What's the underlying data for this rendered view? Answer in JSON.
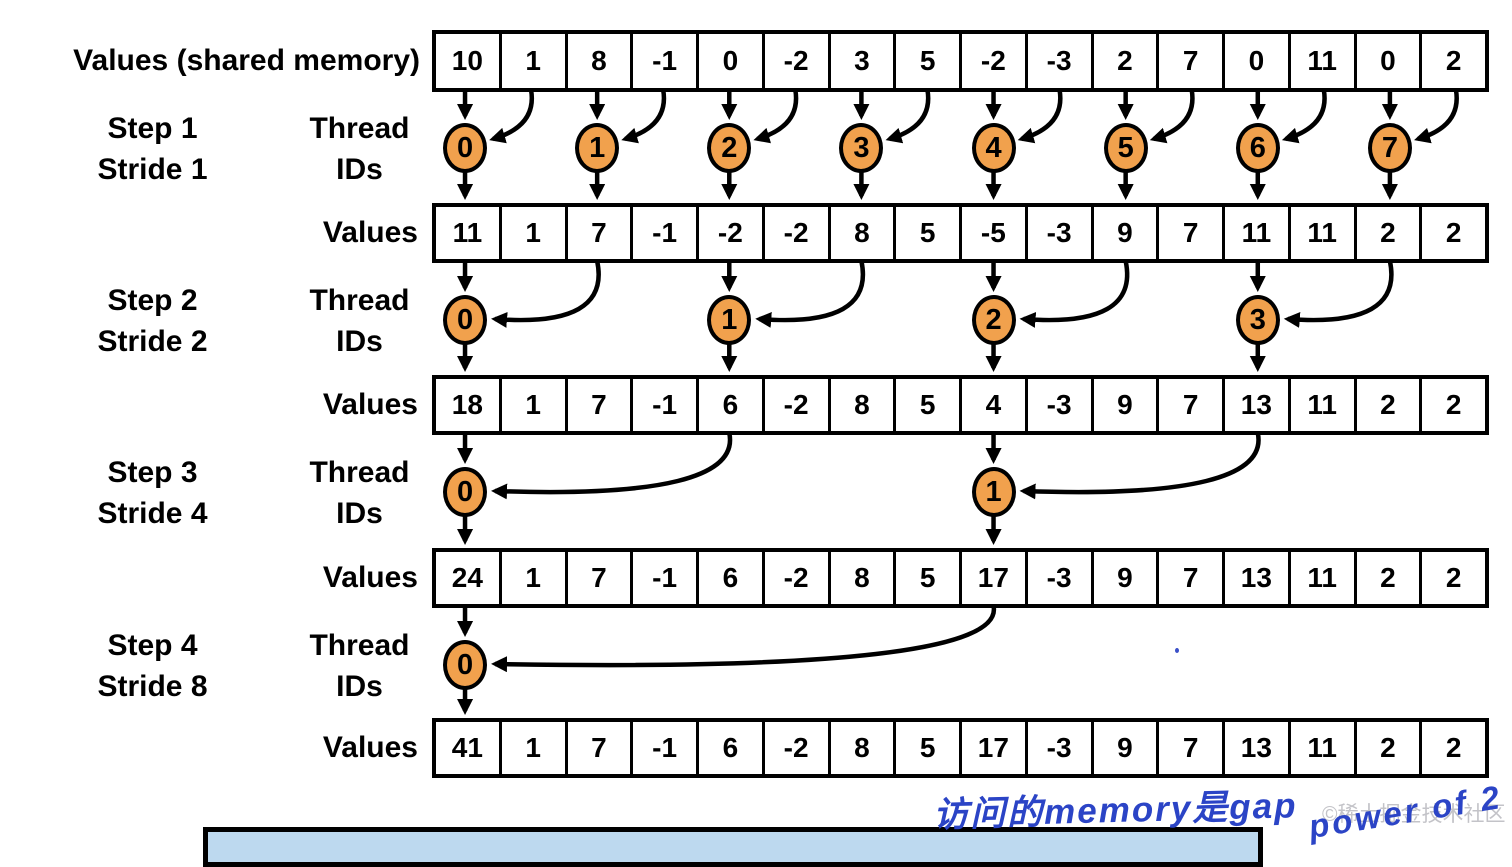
{
  "diagram": {
    "labels": {
      "initial": "Values (shared memory)",
      "values": "Values",
      "thread_line1": "Thread",
      "thread_line2": "IDs"
    },
    "steps": [
      {
        "step_label": "Step 1",
        "stride_label": "Stride 1",
        "stride": 1,
        "thread_ids": [
          0,
          1,
          2,
          3,
          4,
          5,
          6,
          7
        ]
      },
      {
        "step_label": "Step 2",
        "stride_label": "Stride 2",
        "stride": 2,
        "thread_ids": [
          0,
          1,
          2,
          3
        ]
      },
      {
        "step_label": "Step 3",
        "stride_label": "Stride 4",
        "stride": 4,
        "thread_ids": [
          0,
          1
        ]
      },
      {
        "step_label": "Step 4",
        "stride_label": "Stride 8",
        "stride": 8,
        "thread_ids": [
          0
        ]
      }
    ],
    "value_rows": [
      [
        10,
        1,
        8,
        -1,
        0,
        -2,
        3,
        5,
        -2,
        -3,
        2,
        7,
        0,
        11,
        0,
        2
      ],
      [
        11,
        1,
        7,
        -1,
        -2,
        -2,
        8,
        5,
        -5,
        -3,
        9,
        7,
        11,
        11,
        2,
        2
      ],
      [
        18,
        1,
        7,
        -1,
        6,
        -2,
        8,
        5,
        4,
        -3,
        9,
        7,
        13,
        11,
        2,
        2
      ],
      [
        24,
        1,
        7,
        -1,
        6,
        -2,
        8,
        5,
        17,
        -3,
        9,
        7,
        13,
        11,
        2,
        2
      ],
      [
        41,
        1,
        7,
        -1,
        6,
        -2,
        8,
        5,
        17,
        -3,
        9,
        7,
        13,
        11,
        2,
        2
      ]
    ],
    "colors": {
      "thread_circle_fill": "#F1A14D",
      "arrow": "#000000",
      "annotation_ink": "#2B44C6",
      "watermark_gray": "#C3C3C8",
      "bottom_panel_fill": "#BDD9EF"
    }
  },
  "annotation": {
    "handwriting_cn": "访问的memory是gap",
    "handwriting_en": "power of 2",
    "watermark": "©稀土掘金技术社区"
  }
}
